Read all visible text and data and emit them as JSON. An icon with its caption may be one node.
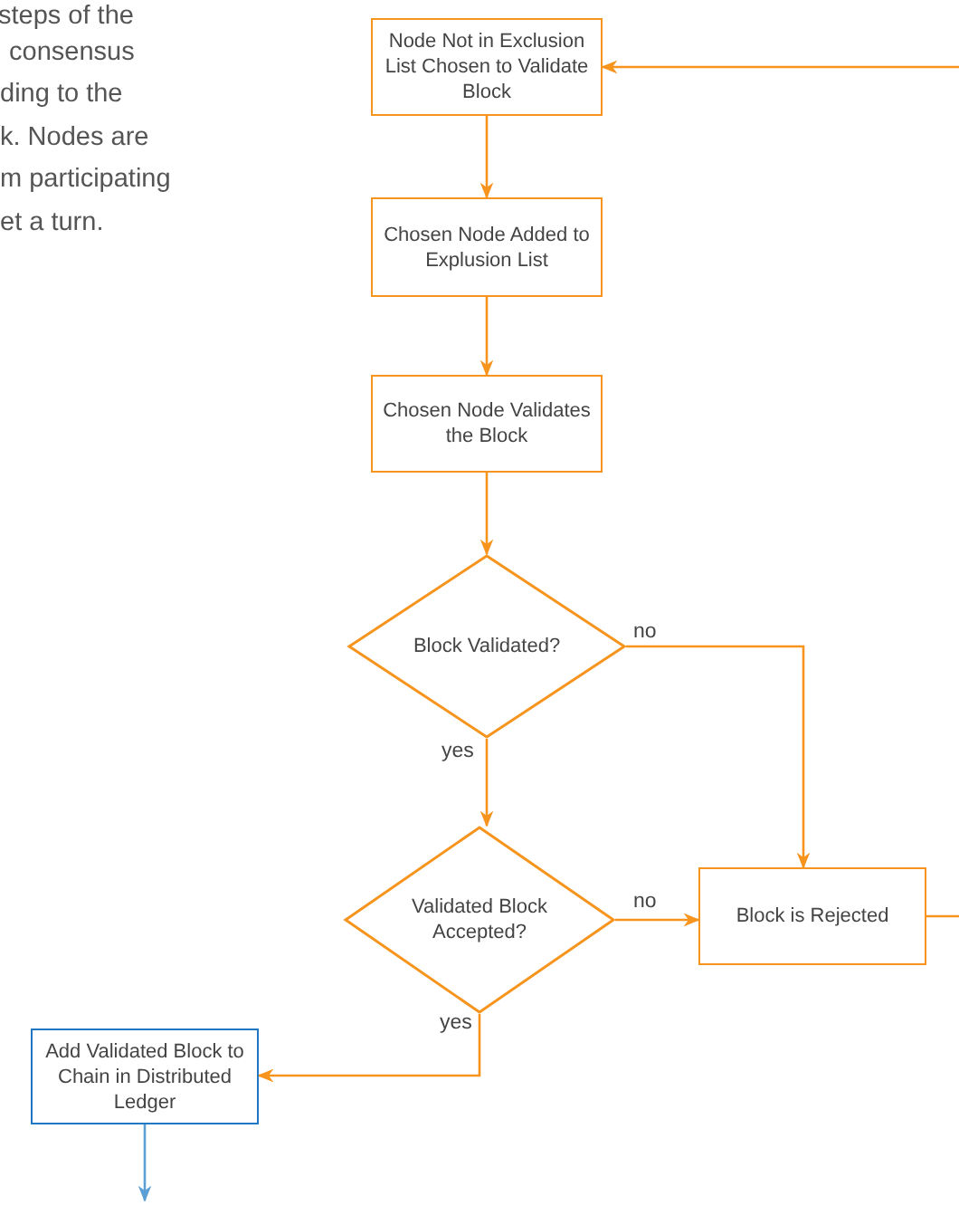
{
  "diagram": {
    "nodes": [
      {
        "text": [
          "Node Not in Exclusion List Chosen to Validate Block"
        ]
      },
      {
        "text": [
          "Chosen Node Added to Explusion List"
        ]
      },
      {
        "text": [
          "Chosen Node Validates the Block"
        ]
      },
      {
        "text": [
          "Block Validated?"
        ]
      },
      {
        "text": [
          "Validated Block Accepted?"
        ]
      },
      {
        "text": [
          "Block is Rejected"
        ]
      },
      {
        "text": [
          "Add Validated Block to Chain in Distributed Ledger"
        ]
      }
    ],
    "edges": [
      {
        "from": 0,
        "to": 1,
        "arrow": "to"
      },
      {
        "from": 1,
        "to": 2,
        "arrow": "to"
      },
      {
        "from": 2,
        "to": 3,
        "arrow": "to"
      },
      {
        "from": 3,
        "to": 5,
        "arrow": "to",
        "label": "no"
      },
      {
        "from": 3,
        "to": 4,
        "arrow": "to",
        "label": "yes"
      },
      {
        "from": 4,
        "to": 5,
        "arrow": "to",
        "label": "no"
      },
      {
        "from": 4,
        "to": 6,
        "arrow": "to",
        "label": "yes"
      },
      {
        "from": 5,
        "to": null,
        "arrow": "none"
      },
      {
        "from": null,
        "to": 0,
        "arrow": "to"
      },
      {
        "from": 6,
        "to": null,
        "arrow": "to",
        "color": "#5b9fd4"
      }
    ],
    "labels": [
      "steps of the",
      "consensus",
      "ding to the",
      "k. Nodes are",
      "m participating",
      "et a turn."
    ]
  }
}
